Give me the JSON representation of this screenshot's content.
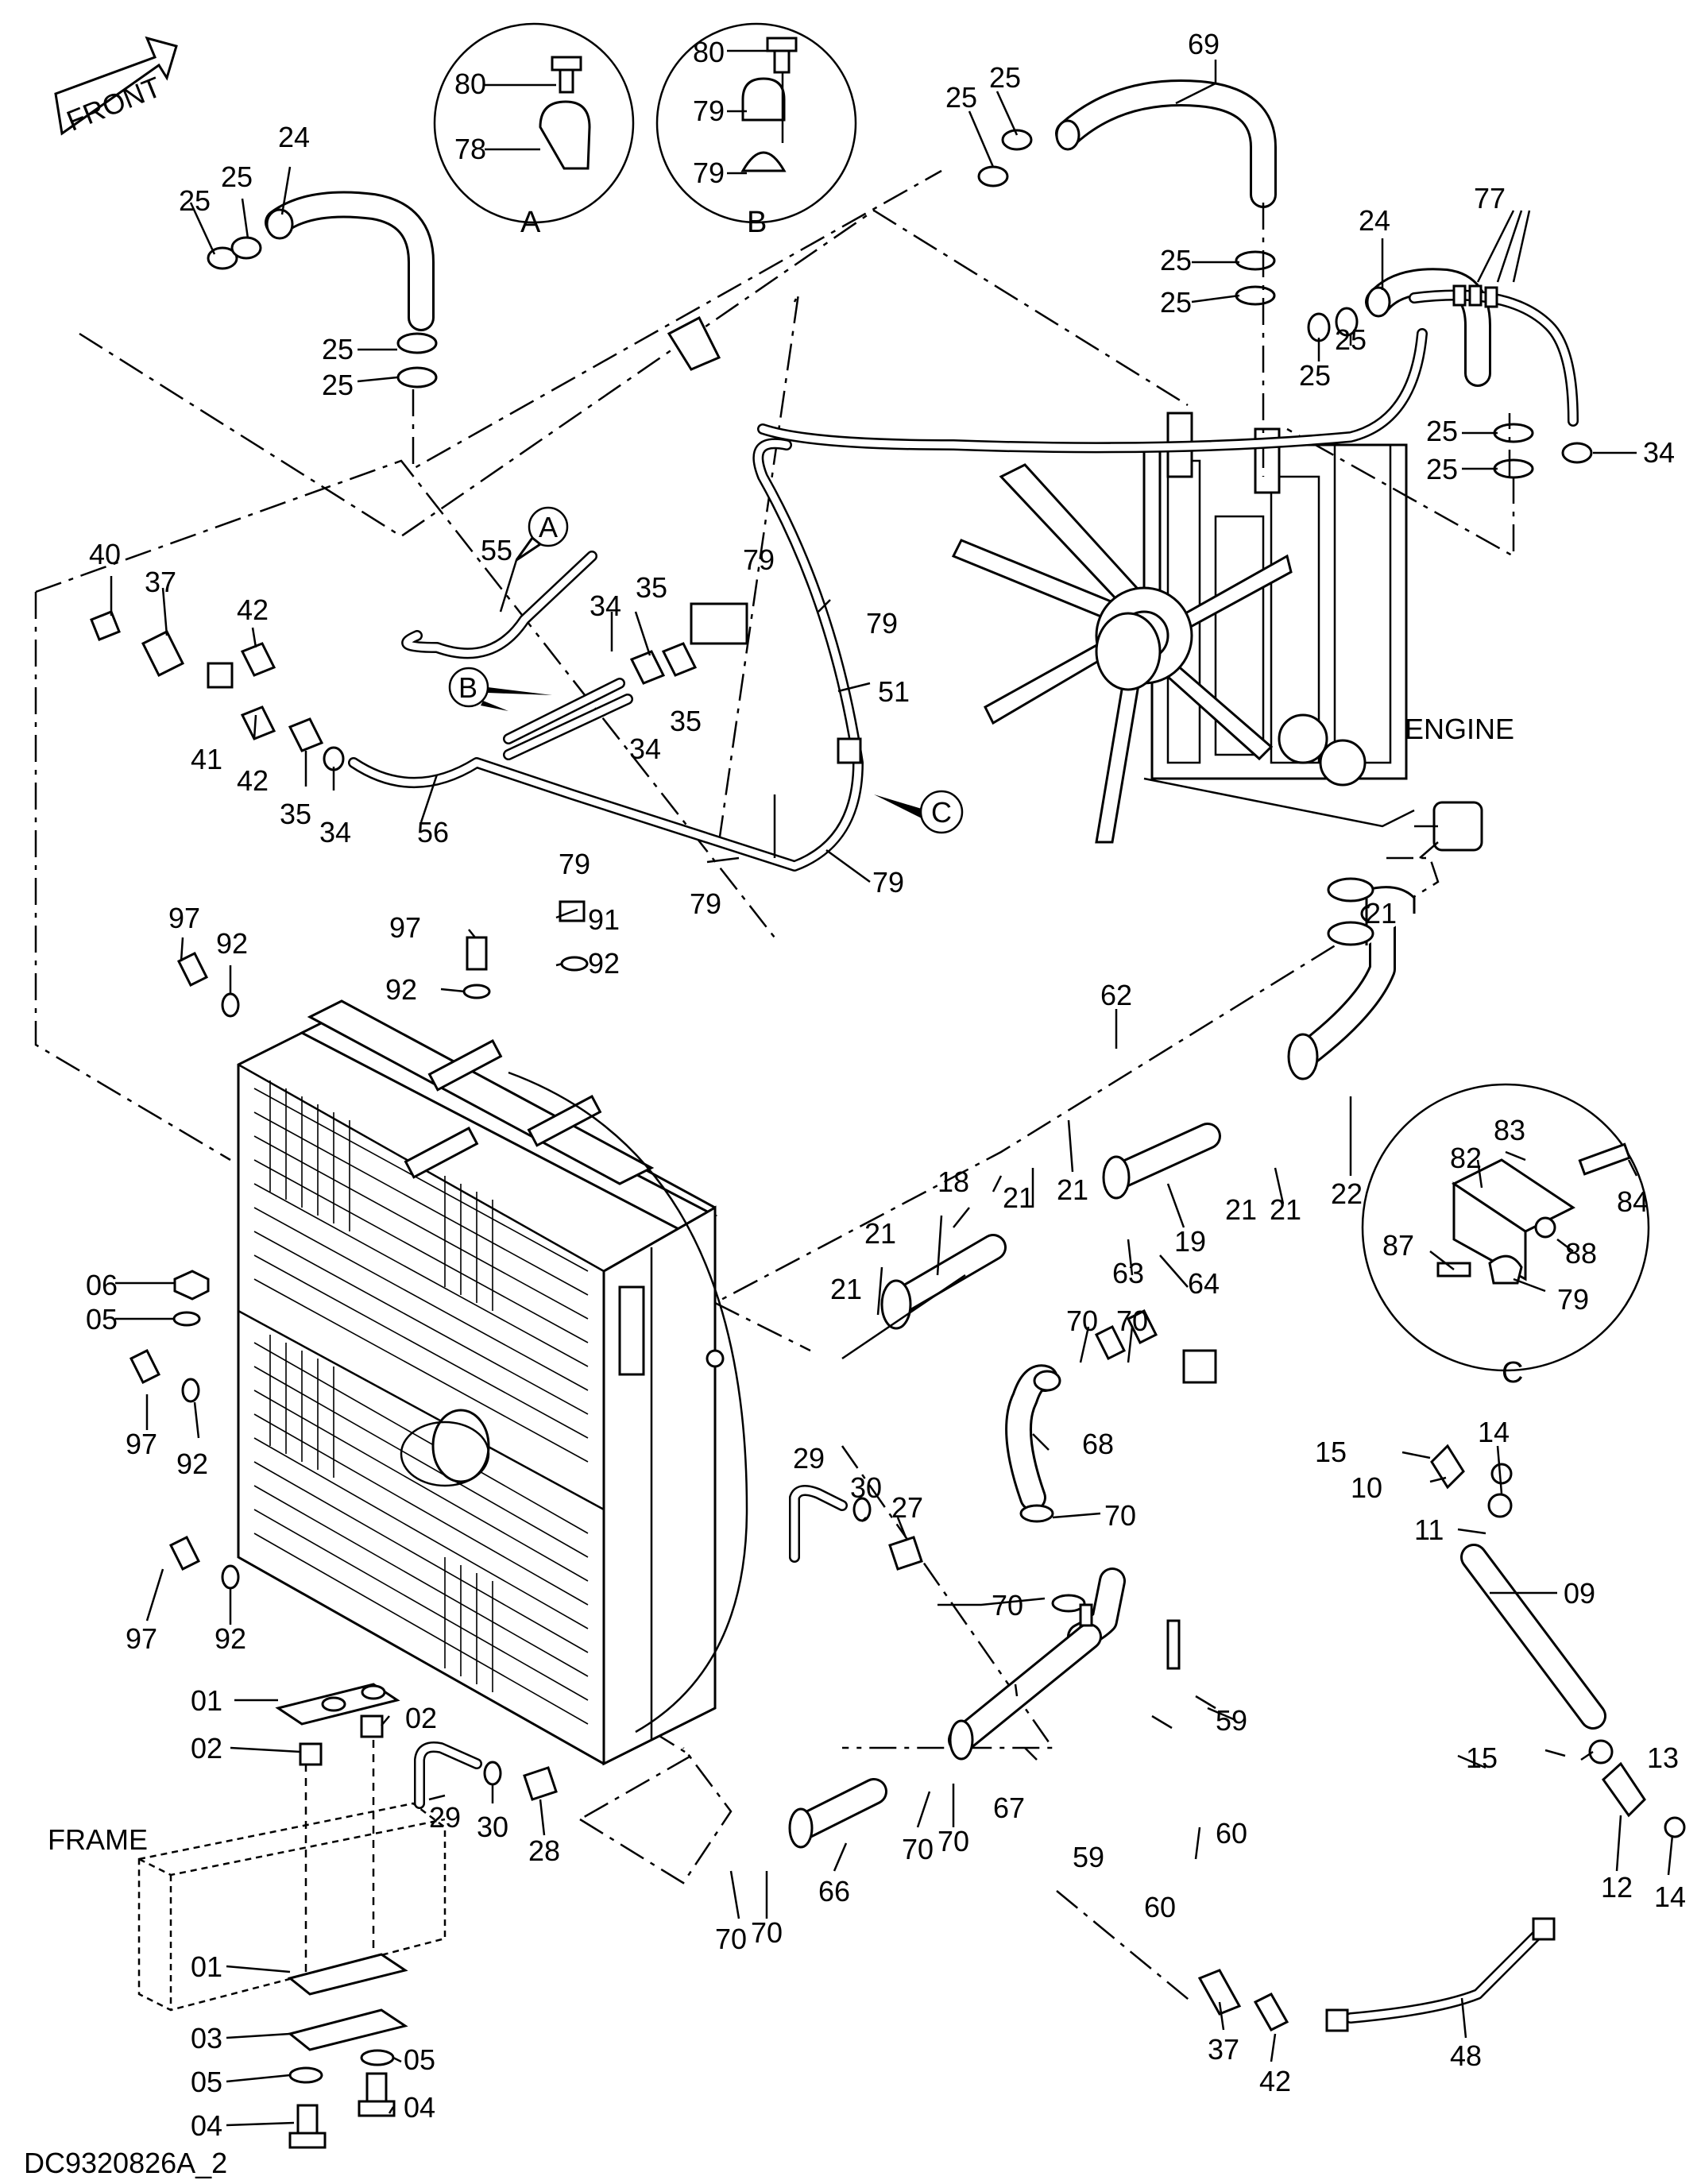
{
  "drawing_id": "DC9320826A_2",
  "front_label": "FRONT",
  "engine_label": "ENGINE",
  "frame_label": "FRAME",
  "details": {
    "a": {
      "letter": "A",
      "parts": [
        "80",
        "78"
      ]
    },
    "b": {
      "letter": "B",
      "parts": [
        "80",
        "79",
        "79"
      ]
    },
    "c": {
      "letter": "C",
      "parts": [
        "83",
        "82",
        "84",
        "87",
        "88",
        "79"
      ]
    }
  },
  "callout_letters": [
    "A",
    "B",
    "C"
  ],
  "part_numbers": [
    "69",
    "25",
    "25",
    "24",
    "25",
    "25",
    "25",
    "25",
    "24",
    "77",
    "25",
    "25",
    "25",
    "25",
    "34",
    "25",
    "25",
    "40",
    "37",
    "42",
    "41",
    "42",
    "35",
    "34",
    "55",
    "56",
    "34",
    "35",
    "35",
    "34",
    "79",
    "79",
    "51",
    "79",
    "79",
    "79",
    "97",
    "92",
    "97",
    "91",
    "92",
    "92",
    "62",
    "21",
    "21",
    "21",
    "21",
    "21",
    "22",
    "18",
    "21",
    "21",
    "19",
    "63",
    "64",
    "06",
    "05",
    "97",
    "92",
    "97",
    "92",
    "70",
    "70",
    "68",
    "70",
    "29",
    "30",
    "27",
    "15",
    "14",
    "10",
    "11",
    "09",
    "01",
    "02",
    "02",
    "29",
    "30",
    "28",
    "70",
    "59",
    "59",
    "60",
    "60",
    "67",
    "66",
    "70",
    "70",
    "70",
    "70",
    "15",
    "13",
    "12",
    "14",
    "01",
    "03",
    "05",
    "05",
    "04",
    "04",
    "37",
    "42",
    "48"
  ]
}
